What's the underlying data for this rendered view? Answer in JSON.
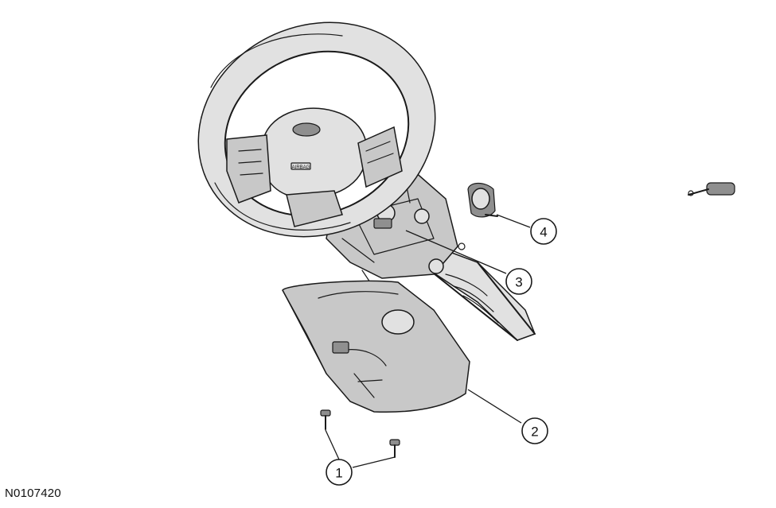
{
  "figure": {
    "id_label": "N0107420"
  },
  "callouts": [
    {
      "number": "1"
    },
    {
      "number": "2"
    },
    {
      "number": "3"
    },
    {
      "number": "4"
    }
  ],
  "colors": {
    "line": "#1a1a1a",
    "shade": "#c8c8c8",
    "background": "#ffffff"
  }
}
